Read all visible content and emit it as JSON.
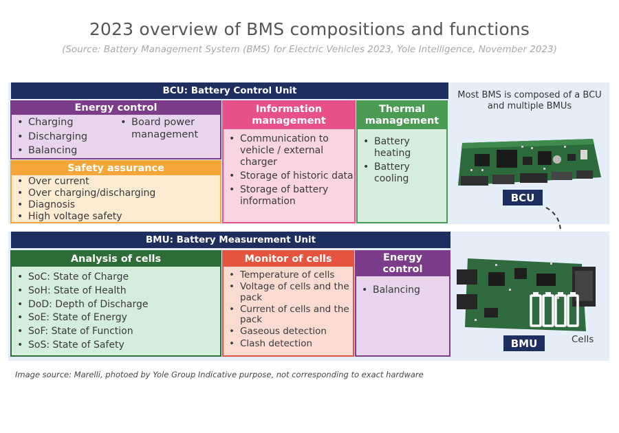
{
  "title": "2023 overview of BMS compositions and functions",
  "subtitle": "(Source: Battery Management System (BMS) for Electric Vehicles 2023, Yole Intelligence, November 2023)",
  "colors": {
    "navy": "#1d2e5f",
    "purple": "#7b3c8a",
    "purple_bg": "#e9d4ee",
    "pink": "#e8508a",
    "pink_bg": "#f9d4e1",
    "green": "#4c9b55",
    "green_bg": "#d5eddb",
    "orange": "#f5a638",
    "orange_bg": "#fdebd2",
    "dark_green": "#2e6d38",
    "red": "#e5543e",
    "red_bg": "#fadbd2"
  },
  "bcu": {
    "header": "BCU: Battery Control Unit",
    "energy_control": {
      "title": "Energy control",
      "items_left": [
        "Charging",
        "Discharging",
        "Balancing"
      ],
      "items_right": [
        "Board power management"
      ]
    },
    "safety_assurance": {
      "title": "Safety assurance",
      "items": [
        "Over current",
        "Over charging/discharging",
        "Diagnosis",
        "High voltage safety"
      ]
    },
    "information_management": {
      "title": "Information management",
      "items": [
        "Communication to vehicle / external charger",
        "Storage of historic data",
        "Storage of battery information"
      ]
    },
    "thermal_management": {
      "title": "Thermal management",
      "items": [
        "Battery heating",
        "Battery cooling"
      ]
    }
  },
  "bmu": {
    "header": "BMU: Battery Measurement Unit",
    "analysis_of_cells": {
      "title": "Analysis of cells",
      "items": [
        "SoC: State of Charge",
        "SoH: State of Health",
        "DoD: Depth of Discharge",
        "SoE: State of Energy",
        "SoF: State of Function",
        "SoS: State of Safety"
      ]
    },
    "monitor_of_cells": {
      "title": "Monitor of cells",
      "items": [
        "Temperature of cells",
        "Voltage of cells and the pack",
        "Current of cells and the pack",
        "Gaseous detection",
        "Clash detection"
      ]
    },
    "energy_control": {
      "title": "Energy control",
      "items": [
        "Balancing"
      ]
    }
  },
  "side": {
    "note": "Most BMS is composed of a BCU and multiple BMUs",
    "bcu_label": "BCU",
    "bmu_label": "BMU",
    "cells_label": "Cells"
  },
  "footer": "Image source: Marelli, photoed by Yole Group Indicative purpose, not corresponding to exact hardware"
}
